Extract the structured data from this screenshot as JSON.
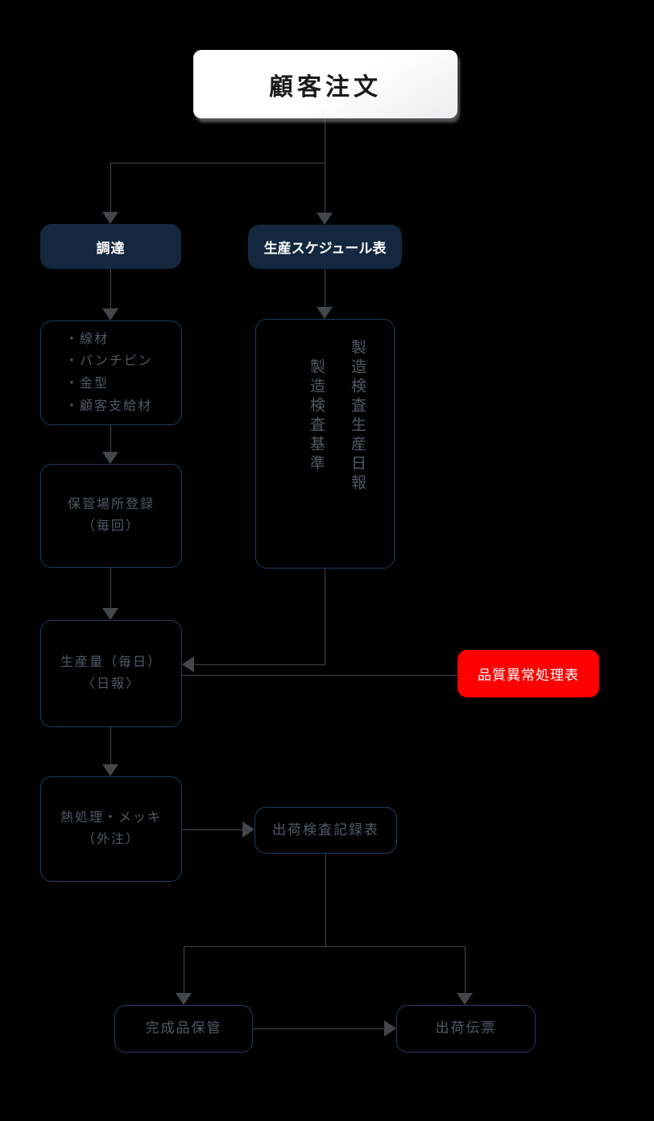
{
  "diagram": {
    "type": "flowchart",
    "background": "#000000",
    "colors": {
      "node_fill_navy": "#13283e",
      "node_border_blue": "#1d3c60",
      "node_fill_white": "#ffffff",
      "node_fill_red": "#fe0000",
      "text_white": "#ffffff",
      "text_black": "#1a1a1a",
      "text_gray": "#4f5a64",
      "connector_gray": "#43474b"
    },
    "nodes": {
      "customer_order": {
        "label": "顧客注文"
      },
      "procurement": {
        "label": "調達"
      },
      "production_schedule": {
        "label": "生産スケジュール表"
      },
      "materials": {
        "lines": [
          "・線材",
          "・パンチピン",
          "・金型",
          "・顧客支給材"
        ]
      },
      "manufacturing_docs": {
        "vertical_columns": [
          "製造検査生産日報",
          "製造検査基準"
        ]
      },
      "storage_registration": {
        "lines": [
          "保管場所登録",
          "（毎回）"
        ]
      },
      "production_volume": {
        "lines": [
          "生産量（毎日）",
          "〈日報〉"
        ]
      },
      "heat_treatment": {
        "lines": [
          "熱処理・メッキ",
          "（外注）"
        ]
      },
      "quality_abnormality": {
        "label": "品質異常処理表"
      },
      "shipping_inspection": {
        "label": "出荷検査記録表"
      },
      "finished_goods": {
        "label": "完成品保管"
      },
      "shipping_slip": {
        "label": "出荷伝票"
      }
    }
  }
}
